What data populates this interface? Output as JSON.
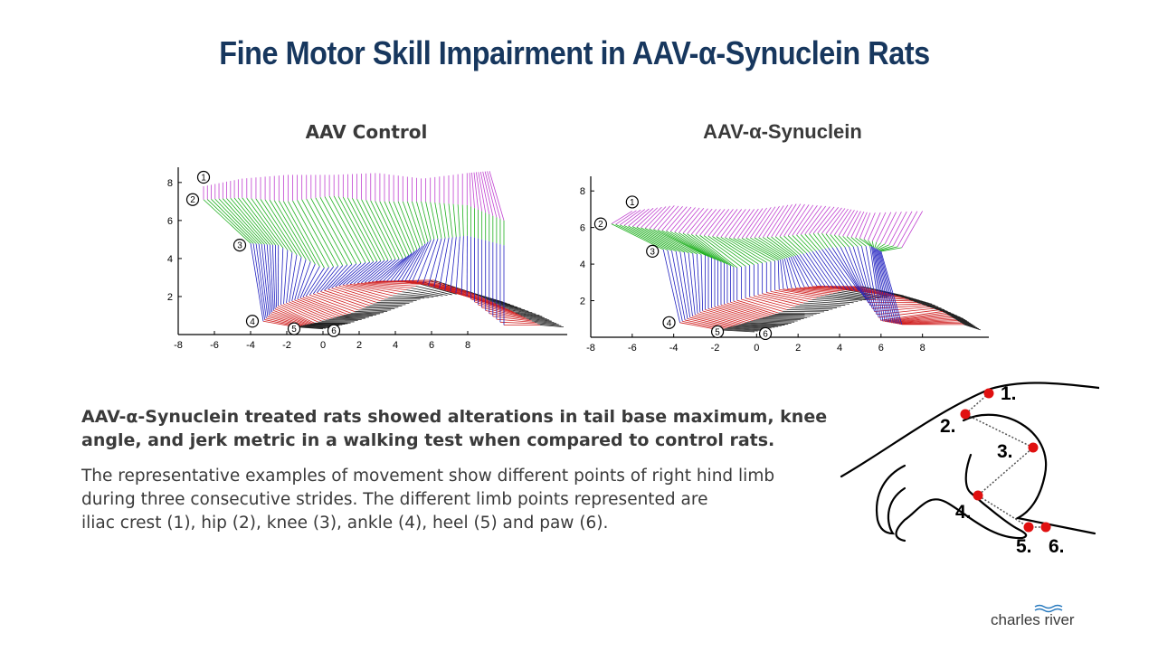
{
  "title": "Fine Motor Skill Impairment in AAV-α-Synuclein Rats",
  "summary": "AAV-α-Synuclein treated rats showed alterations in tail base maximum, knee angle, and jerk metric in a walking test when compared to control rats.",
  "body_lines": [
    "The representative examples of movement show different points of right hind limb",
    "during three consecutive strides. The different limb points represented are",
    "iliac crest (1), hip (2), knee (3), ankle (4), heel (5) and paw (6)."
  ],
  "logo_text": "charles river",
  "diagram_labels": [
    "1.",
    "2.",
    "3.",
    "4.",
    "5.",
    "6."
  ],
  "colors": {
    "title": "#17375e",
    "iliac_hip": "#c040d0",
    "hip_knee": "#20b020",
    "knee_ankle": "#2020c0",
    "ankle_heel": "#d02020",
    "heel_paw": "#202020",
    "marker": "#e01010",
    "logo_wave": "#2a7bbf"
  },
  "chart_data": [
    {
      "type": "line",
      "title": "AAV Control",
      "x_ticks": [
        -8,
        -6,
        -4,
        -2,
        0,
        2,
        4,
        6,
        8
      ],
      "y_ticks": [
        2,
        4,
        6,
        8
      ],
      "xlim": [
        -8,
        13.5
      ],
      "ylim": [
        0,
        8.8
      ],
      "point_labels": [
        "1",
        "2",
        "3",
        "4",
        "5",
        "6"
      ],
      "series": [
        {
          "name": "1",
          "x": [
            -6.6,
            -4.5,
            -2.0,
            0.5,
            3.0,
            5.5,
            8.0,
            9.2
          ],
          "y": [
            7.8,
            8.2,
            8.4,
            8.4,
            8.5,
            8.2,
            8.5,
            8.6
          ]
        },
        {
          "name": "2",
          "x": [
            -6.6,
            -4.5,
            -2.0,
            0.5,
            3.0,
            5.5,
            8.0,
            10.0
          ],
          "y": [
            7.1,
            7.2,
            7.0,
            7.3,
            7.0,
            7.0,
            6.8,
            6.0
          ]
        },
        {
          "name": "3",
          "x": [
            -4.0,
            -2.5,
            0.0,
            2.5,
            4.5,
            6.0,
            8.0,
            10.0
          ],
          "y": [
            4.8,
            4.7,
            3.5,
            3.8,
            4.0,
            5.0,
            5.2,
            4.7
          ]
        },
        {
          "name": "4",
          "x": [
            -3.3,
            -2.5,
            -1.0,
            1.0,
            3.0,
            5.0,
            8.0,
            10.0
          ],
          "y": [
            0.7,
            1.5,
            2.0,
            2.6,
            2.8,
            2.8,
            2.0,
            0.5
          ]
        },
        {
          "name": "5",
          "x": [
            -1.5,
            -0.5,
            1.5,
            3.5,
            6.0,
            8.5,
            10.5,
            12.0
          ],
          "y": [
            0.4,
            0.6,
            1.1,
            1.9,
            2.9,
            2.1,
            1.2,
            0.5
          ]
        },
        {
          "name": "6",
          "x": [
            0.0,
            1.5,
            3.5,
            5.5,
            8.0,
            10.0,
            12.0,
            13.3
          ],
          "y": [
            0.3,
            0.6,
            1.2,
            1.9,
            2.2,
            1.7,
            1.0,
            0.4
          ]
        }
      ]
    },
    {
      "type": "line",
      "title": "AAV-α-Synuclein",
      "x_ticks": [
        -8,
        -6,
        -4,
        -2,
        0,
        2,
        4,
        6,
        8
      ],
      "y_ticks": [
        2,
        4,
        6,
        8
      ],
      "xlim": [
        -8,
        11.2
      ],
      "ylim": [
        0,
        8.8
      ],
      "point_labels": [
        "1",
        "2",
        "3",
        "4",
        "5",
        "6"
      ],
      "series": [
        {
          "name": "1",
          "x": [
            -6.0,
            -4.0,
            -2.0,
            0.0,
            2.0,
            4.0,
            5.5,
            8.0
          ],
          "y": [
            6.9,
            7.2,
            7.0,
            7.0,
            7.3,
            7.1,
            6.8,
            6.9
          ]
        },
        {
          "name": "2",
          "x": [
            -7.0,
            -5.0,
            -3.0,
            -1.0,
            1.0,
            3.0,
            5.0,
            7.0
          ],
          "y": [
            6.2,
            5.9,
            5.6,
            5.4,
            5.5,
            5.7,
            5.4,
            4.9
          ]
        },
        {
          "name": "3",
          "x": [
            -4.5,
            -2.5,
            -1.0,
            1.0,
            2.0,
            3.5,
            5.5,
            6.0
          ],
          "y": [
            4.8,
            4.5,
            3.8,
            4.2,
            4.5,
            4.9,
            5.0,
            4.7
          ]
        },
        {
          "name": "4",
          "x": [
            -3.7,
            -2.5,
            -1.0,
            1.0,
            3.0,
            5.0,
            6.0,
            7.0
          ],
          "y": [
            0.8,
            1.5,
            2.0,
            2.6,
            2.8,
            2.5,
            0.9,
            0.7
          ]
        },
        {
          "name": "5",
          "x": [
            -1.8,
            -0.5,
            1.0,
            3.0,
            5.0,
            7.0,
            9.0,
            10.0
          ],
          "y": [
            0.4,
            0.8,
            1.3,
            2.2,
            2.8,
            2.2,
            1.4,
            0.7
          ]
        },
        {
          "name": "6",
          "x": [
            -0.1,
            1.5,
            3.0,
            5.0,
            7.0,
            8.5,
            10.0,
            10.8
          ],
          "y": [
            0.3,
            0.7,
            1.3,
            2.0,
            2.3,
            1.8,
            1.0,
            0.4
          ]
        }
      ]
    }
  ]
}
